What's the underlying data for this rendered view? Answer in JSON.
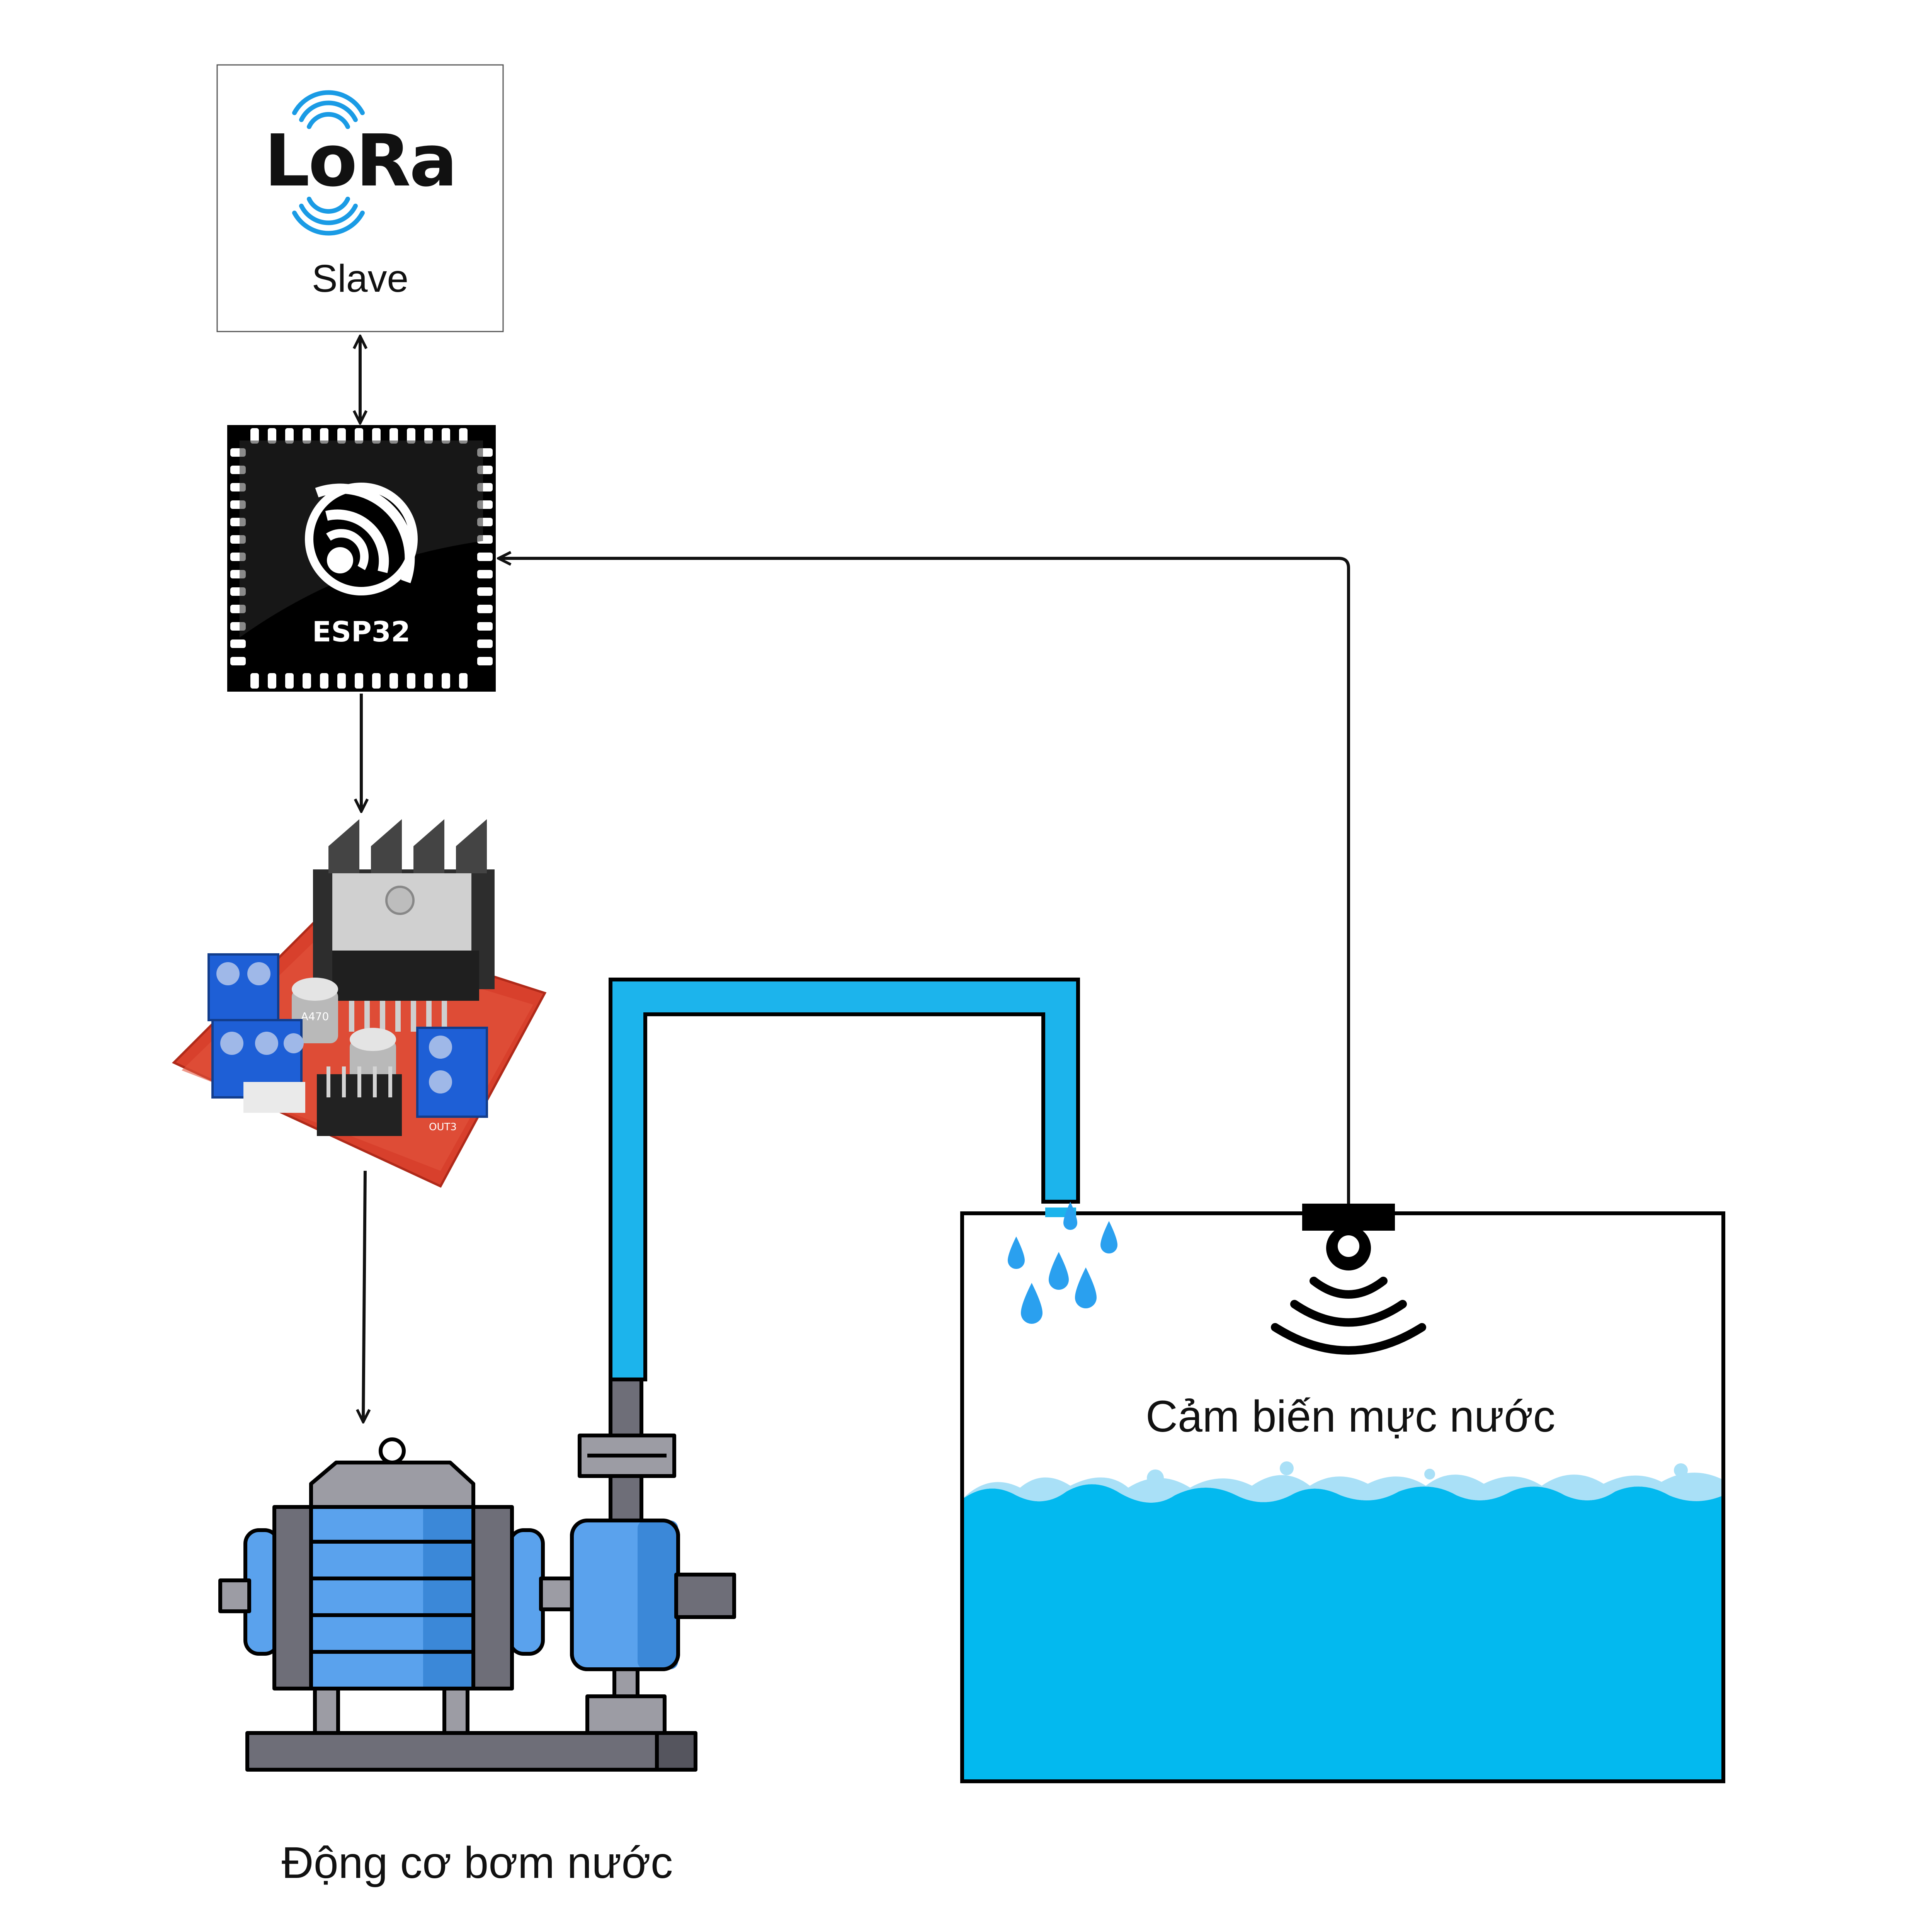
{
  "lora": {
    "logo_text": "LoRa",
    "label": "Slave"
  },
  "esp": {
    "label": "ESP32"
  },
  "sensor": {
    "label": "Cảm biến mực nước"
  },
  "pump": {
    "label": "Động cơ bơm nước"
  },
  "driver": {
    "terminal_label": "OUT3",
    "capacitor_text": "A470"
  },
  "colors": {
    "water": "#03b9ef",
    "water_light": "#a9e0f7",
    "pipe": "#1cb4ec",
    "motor_blue": "#5aa2ed",
    "motor_blue_dark": "#3b88d8",
    "grey": "#6e6e78",
    "lora_blue": "#1a9be5",
    "pcb_red": "#d8402c",
    "terminal_blue": "#1e5fd6"
  }
}
